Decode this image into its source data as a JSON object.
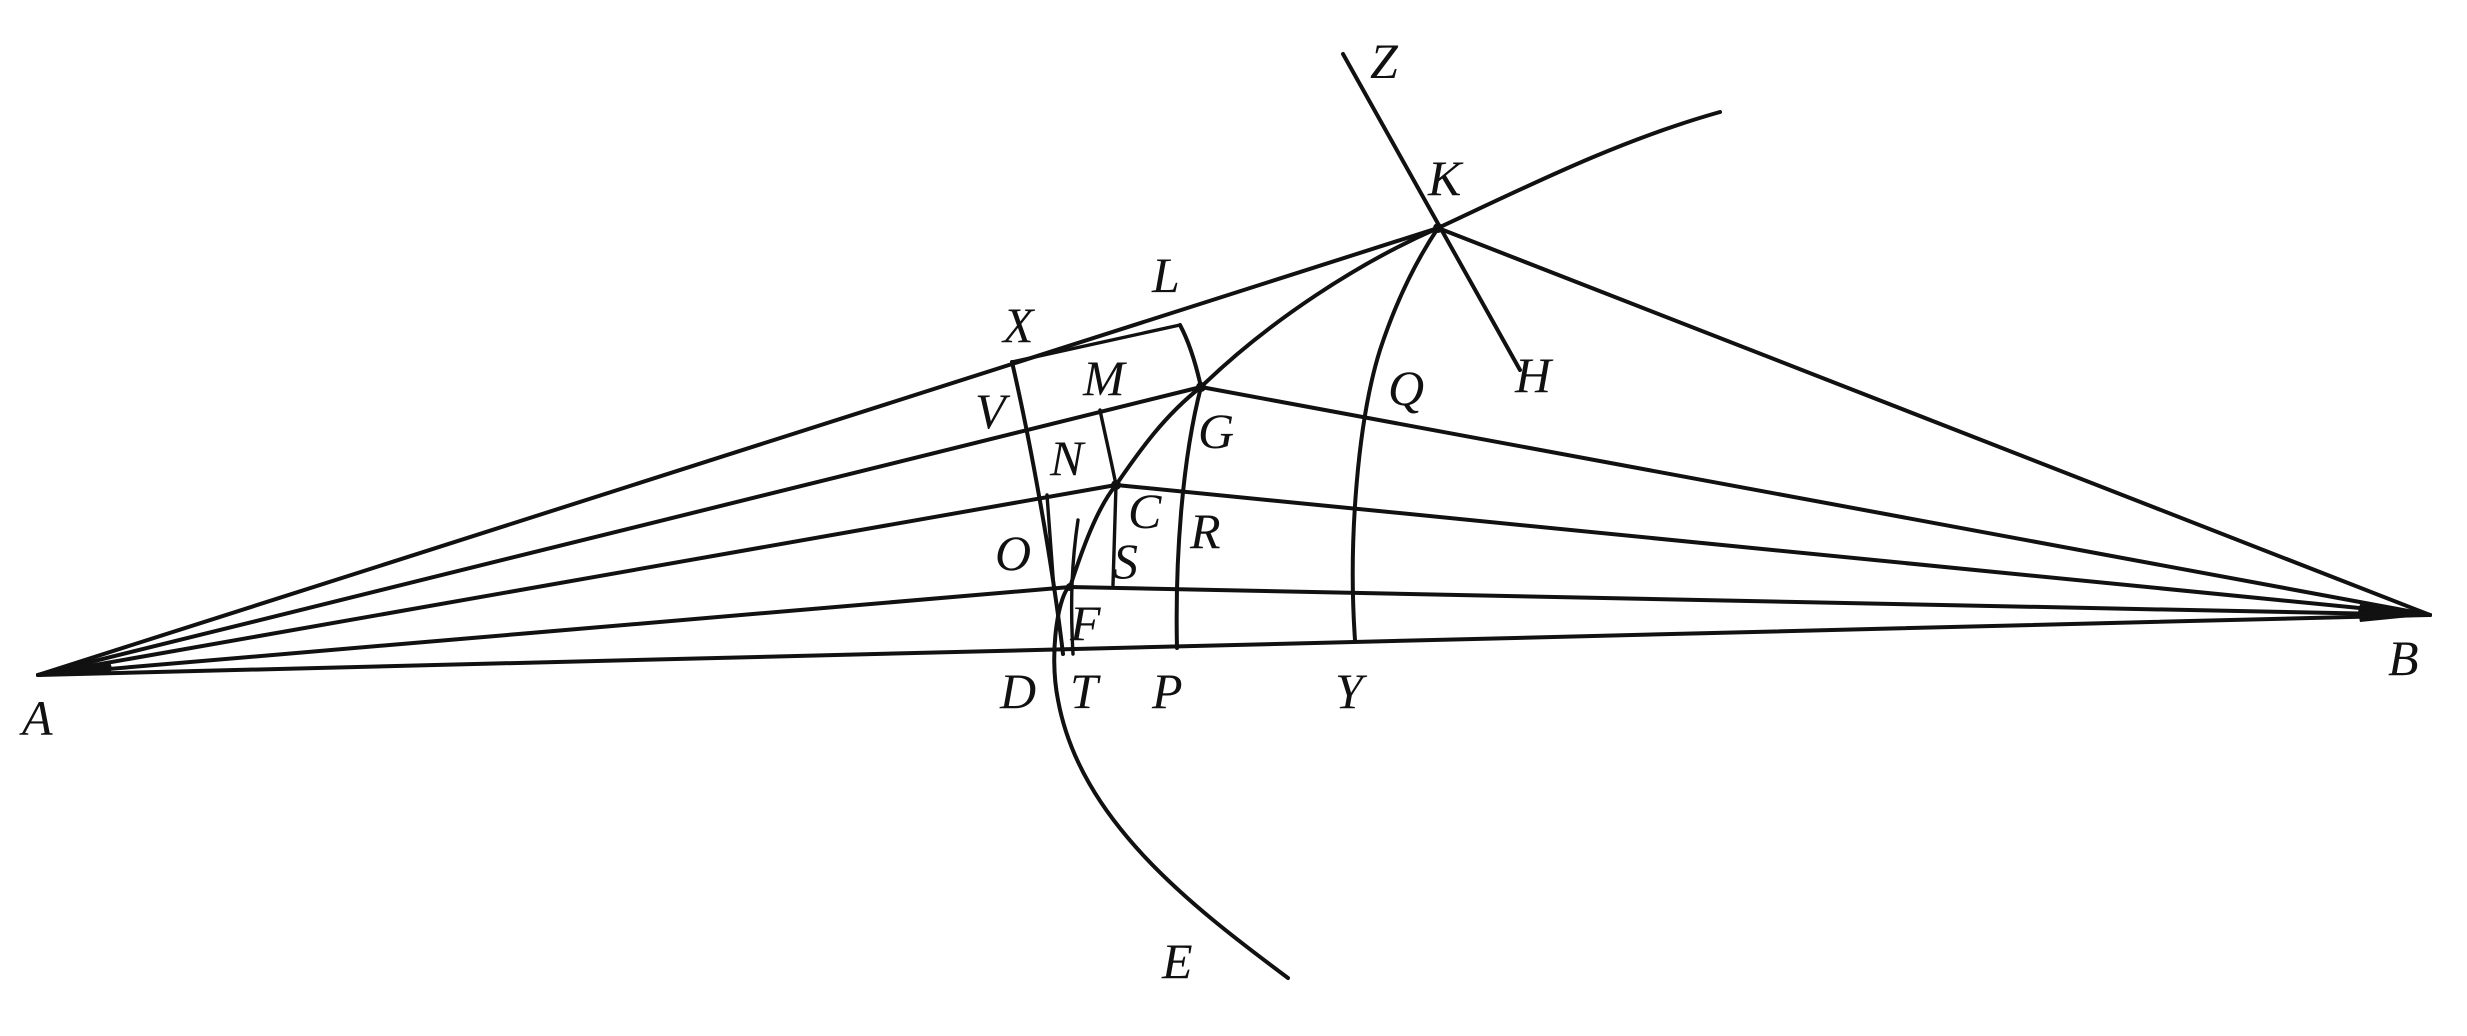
{
  "labels": {
    "A": "A",
    "B": "B",
    "C": "C",
    "D": "D",
    "E": "E",
    "F": "F",
    "G": "G",
    "H": "H",
    "K": "K",
    "L": "L",
    "M": "M",
    "N": "N",
    "O": "O",
    "P": "P",
    "Q": "Q",
    "R": "R",
    "S": "S",
    "T": "T",
    "V": "V",
    "X": "X",
    "Y": "Y",
    "Z": "Z"
  }
}
